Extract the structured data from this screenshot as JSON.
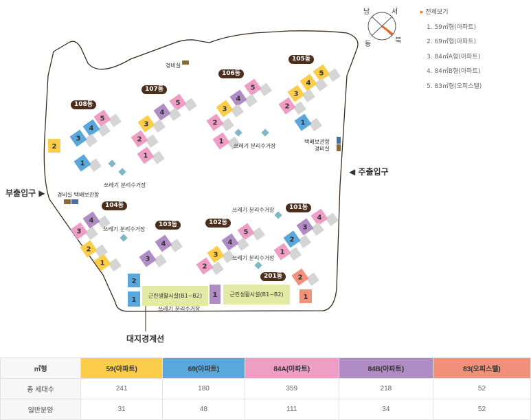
{
  "legend": {
    "all": "전체보기",
    "items": [
      "1. 59㎡형(아파트)",
      "2. 69㎡형(아파트)",
      "3. 84㎡A형(아파트)",
      "4. 84㎡B형(아파트)",
      "5. 83㎡형(오피스텔)"
    ]
  },
  "compass": {
    "n": "남",
    "w": "서",
    "e": "동",
    "s": "북"
  },
  "buildings": {
    "b108": "108동",
    "b107": "107동",
    "b106": "106동",
    "b105": "105동",
    "b104": "104동",
    "b103": "103동",
    "b102": "102동",
    "b101": "101동",
    "b201": "201동"
  },
  "labels": {
    "guard_top": "경비실",
    "guard_right": "택배보관함\n경비실",
    "guard_left": "경비실 택배보관함",
    "trash": "쓰레기 분리수거장",
    "main_gate": "◀ 주출입구",
    "side_gate": "부출입구 ▶",
    "boundary": "대지경계선",
    "facility": "근린생활시설(B1~B2)"
  },
  "colors": {
    "t59": "#fccd4a",
    "t69": "#5aa7dc",
    "t84a": "#ee9ec4",
    "t84b": "#b08cc4",
    "t83": "#f1917c",
    "gray": "#d5d5d5",
    "accent": "#e86a1d"
  },
  "table": {
    "header_label": "㎡형",
    "types": [
      "59(아파트)",
      "69(아파트)",
      "84A(아파트)",
      "84B(아파트)",
      "83(오피스텔)"
    ],
    "rows": [
      {
        "label": "총 세대수",
        "values": [
          "241",
          "180",
          "359",
          "218",
          "52"
        ]
      },
      {
        "label": "일반분양",
        "values": [
          "31",
          "48",
          "111",
          "34",
          "52"
        ]
      }
    ]
  }
}
